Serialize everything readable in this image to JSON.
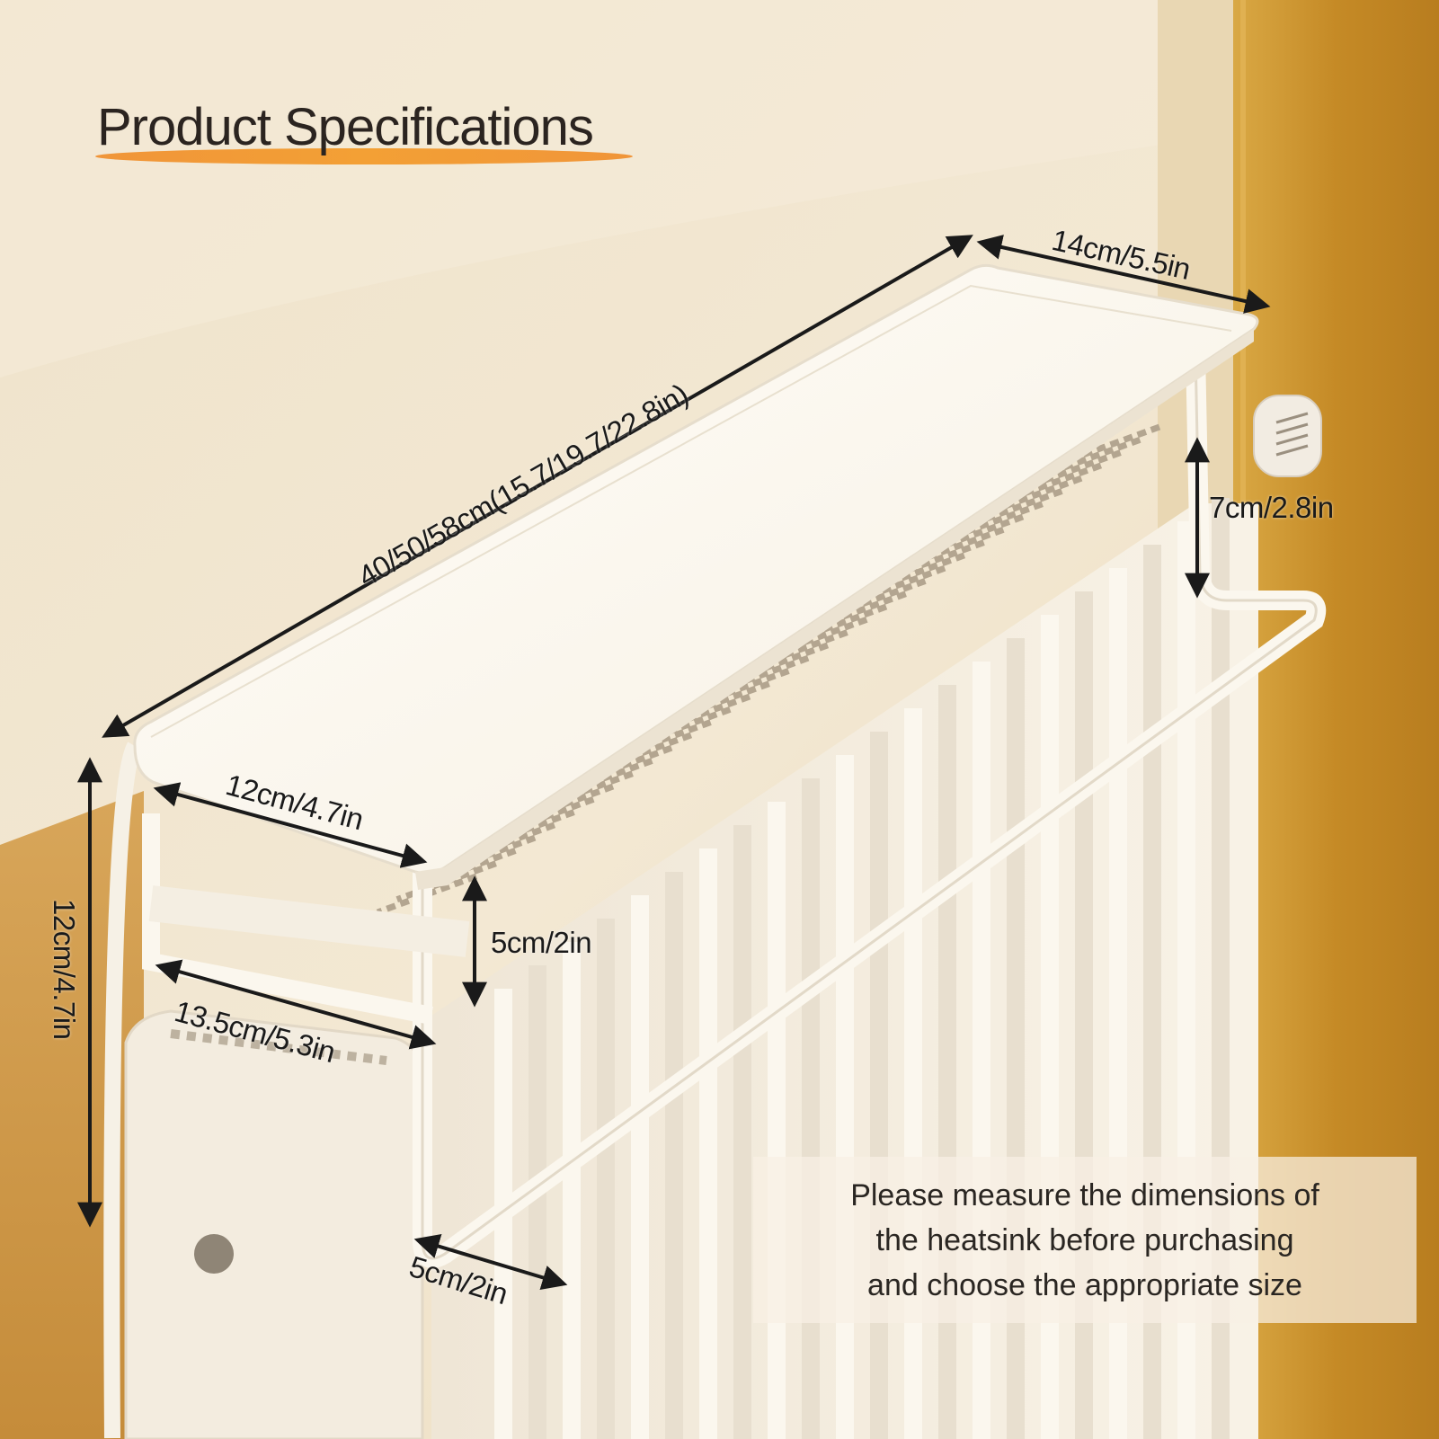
{
  "title": "Product Specifications",
  "dimensions": {
    "shelf_length": "40/50/58cm(15.7/19.7/22.8in)",
    "shelf_width": "14cm/5.5in",
    "rail_drop": "7cm/2.8in",
    "inner_depth": "12cm/4.7in",
    "overall_height": "12cm/4.7in",
    "gap_height": "5cm/2in",
    "base_depth": "13.5cm/5.3in",
    "rail_offset": "5cm/2in"
  },
  "note": {
    "line1": "Please measure the dimensions of",
    "line2": "the heatsink before purchasing",
    "line3": "and choose the appropriate size"
  },
  "colors": {
    "accent": "#f3a035",
    "shelf": "#fbf8f1",
    "wall": "#f0e3c8",
    "wood": "#c9922e"
  }
}
